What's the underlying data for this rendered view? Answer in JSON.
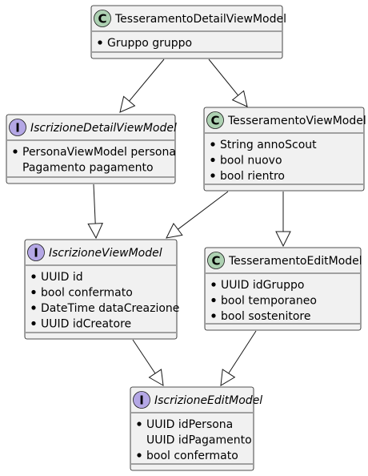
{
  "diagram": {
    "classes": [
      {
        "id": "tesseramento-detail",
        "stereotype": "C",
        "kind": "class",
        "name": "TesseramentoDetailViewModel",
        "members": [
          {
            "bullet": true,
            "text": "Gruppo gruppo"
          }
        ]
      },
      {
        "id": "iscrizione-detail",
        "stereotype": "I",
        "kind": "interface",
        "name": "IscrizioneDetailViewModel",
        "members": [
          {
            "bullet": true,
            "text": "PersonaViewModel persona"
          },
          {
            "bullet": false,
            "text": "Pagamento pagamento"
          }
        ]
      },
      {
        "id": "tesseramento-view",
        "stereotype": "C",
        "kind": "class",
        "name": "TesseramentoViewModel",
        "members": [
          {
            "bullet": true,
            "text": "String annoScout"
          },
          {
            "bullet": true,
            "text": "bool nuovo"
          },
          {
            "bullet": true,
            "text": "bool rientro"
          }
        ]
      },
      {
        "id": "iscrizione-view",
        "stereotype": "I",
        "kind": "interface",
        "name": "IscrizioneViewModel",
        "members": [
          {
            "bullet": true,
            "text": "UUID id"
          },
          {
            "bullet": true,
            "text": "bool confermato"
          },
          {
            "bullet": true,
            "text": "DateTime dataCreazione"
          },
          {
            "bullet": true,
            "text": "UUID idCreatore"
          }
        ]
      },
      {
        "id": "tesseramento-edit",
        "stereotype": "C",
        "kind": "class",
        "name": "TesseramentoEditModel",
        "members": [
          {
            "bullet": true,
            "text": "UUID idGruppo"
          },
          {
            "bullet": true,
            "text": "bool temporaneo"
          },
          {
            "bullet": true,
            "text": "bool sostenitore"
          }
        ]
      },
      {
        "id": "iscrizione-edit",
        "stereotype": "I",
        "kind": "interface",
        "name": "IscrizioneEditModel",
        "members": [
          {
            "bullet": true,
            "text": "UUID idPersona"
          },
          {
            "bullet": false,
            "text": "UUID idPagamento"
          },
          {
            "bullet": true,
            "text": "bool confermato"
          }
        ]
      }
    ],
    "relations": [
      {
        "from": "tesseramento-detail",
        "to": "iscrizione-detail",
        "type": "generalization"
      },
      {
        "from": "tesseramento-detail",
        "to": "tesseramento-view",
        "type": "generalization"
      },
      {
        "from": "iscrizione-detail",
        "to": "iscrizione-view",
        "type": "generalization"
      },
      {
        "from": "tesseramento-view",
        "to": "iscrizione-view",
        "type": "generalization"
      },
      {
        "from": "tesseramento-view",
        "to": "tesseramento-edit",
        "type": "generalization"
      },
      {
        "from": "iscrizione-view",
        "to": "iscrizione-edit",
        "type": "generalization"
      },
      {
        "from": "tesseramento-edit",
        "to": "iscrizione-edit",
        "type": "generalization"
      }
    ],
    "colors": {
      "box_fill": "#F1F1F1",
      "box_border": "#181818",
      "class_circle": "#ADD1B2",
      "interface_circle": "#B4A7E5",
      "edge": "#181818"
    }
  }
}
